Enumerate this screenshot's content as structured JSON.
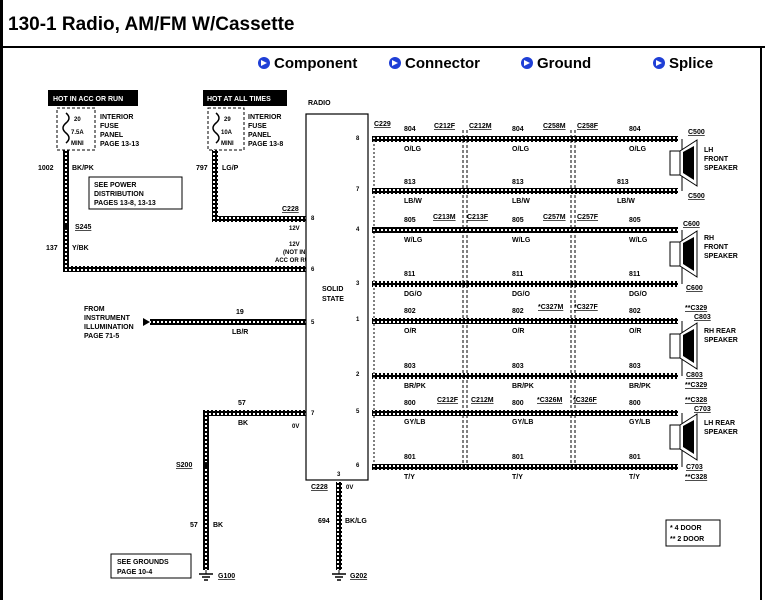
{
  "title": "130-1 Radio, AM/FM W/Cassette",
  "nav": [
    {
      "label": "Component"
    },
    {
      "label": "Connector"
    },
    {
      "label": "Ground"
    },
    {
      "label": "Splice"
    }
  ],
  "left": {
    "hot_acc": "HOT IN ACC OR RUN",
    "hot_all": "HOT AT ALL TIMES",
    "fuse1_num": "20",
    "fuse1_amp": "7.5A",
    "fuse1_type": "MINI",
    "fuse2_num": "29",
    "fuse2_amp": "10A",
    "fuse2_type": "MINI",
    "panel_l1": "INTERIOR",
    "panel_l2": "FUSE",
    "panel_l3": "PANEL",
    "page1": "PAGE  13-13",
    "page2": "PAGE  13-8",
    "wire1002": "1002",
    "wire1002_color": "BK/PK",
    "wire797": "797",
    "wire797_color": "LG/P",
    "power_dist_l1": "SEE  POWER",
    "power_dist_l2": "DISTRIBUTION",
    "power_dist_l3": "PAGES  13-8,  13-13",
    "s245": "S245",
    "wire137": "137",
    "wire137_color": "Y/BK",
    "c228_top": "C228",
    "volt12a": "12V",
    "volt12b": "12V",
    "hot_note_l2": "(NOT IN",
    "hot_note_l3": "ACC OR RUN)",
    "from_l1": "FROM",
    "from_l2": "INSTRUMENT",
    "from_l3": "ILLUMINATION",
    "from_l4": "PAGE  71-5",
    "wire19": "19",
    "wire19_color": "LB/R",
    "wire57": "57",
    "wire57_color": "BK",
    "volt0a": "0V",
    "s200": "S200",
    "wire57b": "57",
    "wire57b_color": "BK",
    "see_grounds_l1": "SEE  GROUNDS",
    "see_grounds_l2": "PAGE  10-4",
    "g100": "G100",
    "c228_bottom": "C228",
    "volt0b": "0V",
    "wire694": "694",
    "wire694_color": "BK/LG",
    "g202": "G202"
  },
  "radio": {
    "label": "RADIO",
    "solid": "SOLID",
    "state": "STATE",
    "pins": {
      "p8a": "8",
      "p7a": "7",
      "p4": "4",
      "p3a": "3",
      "p1": "1",
      "p2": "2",
      "p5": "5",
      "p6": "6",
      "p8": "8",
      "p6l": "6",
      "p5l": "5",
      "p7l": "7",
      "p3b": "3"
    }
  },
  "speakers": {
    "c229": "C229",
    "c212f": "C212F",
    "c212m": "C212M",
    "c258m": "C258M",
    "c258f": "C258F",
    "c213m": "C213M",
    "c213f": "C213F",
    "c257m": "C257M",
    "c257f": "C257F",
    "c327m": "*C327M",
    "c327f": "*C327F",
    "c326m": "*C326M",
    "c326f": "*C326F",
    "c500a": "C500",
    "c500b": "C500",
    "c600a": "C600",
    "c600b": "C600",
    "c329a": "**C329",
    "c803a": "C803",
    "c803b": "C803",
    "c329b": "**C329",
    "c328a": "**C328",
    "c703a": "C703",
    "c703b": "C703",
    "c328b": "**C328",
    "w804": "804",
    "c804": "O/LG",
    "w813": "813",
    "c813": "LB/W",
    "w805": "805",
    "c805": "W/LG",
    "w811": "811",
    "c811": "DG/O",
    "w802": "802",
    "c802": "O/R",
    "w803": "803",
    "c803": "BR/PK",
    "w800": "800",
    "c800": "GY/LB",
    "w801": "801",
    "c801": "T/Y",
    "lh_front_l1": "LH",
    "lh_front_l2": "FRONT",
    "lh_front_l3": "SPEAKER",
    "rh_front_l1": "RH",
    "rh_front_l2": "FRONT",
    "rh_front_l3": "SPEAKER",
    "rh_rear_l1": "RH  REAR",
    "rh_rear_l2": "SPEAKER",
    "lh_rear_l1": "LH  REAR",
    "lh_rear_l2": "SPEAKER"
  },
  "legend": {
    "l1": "*  4 DOOR",
    "l2": "**  2 DOOR"
  }
}
